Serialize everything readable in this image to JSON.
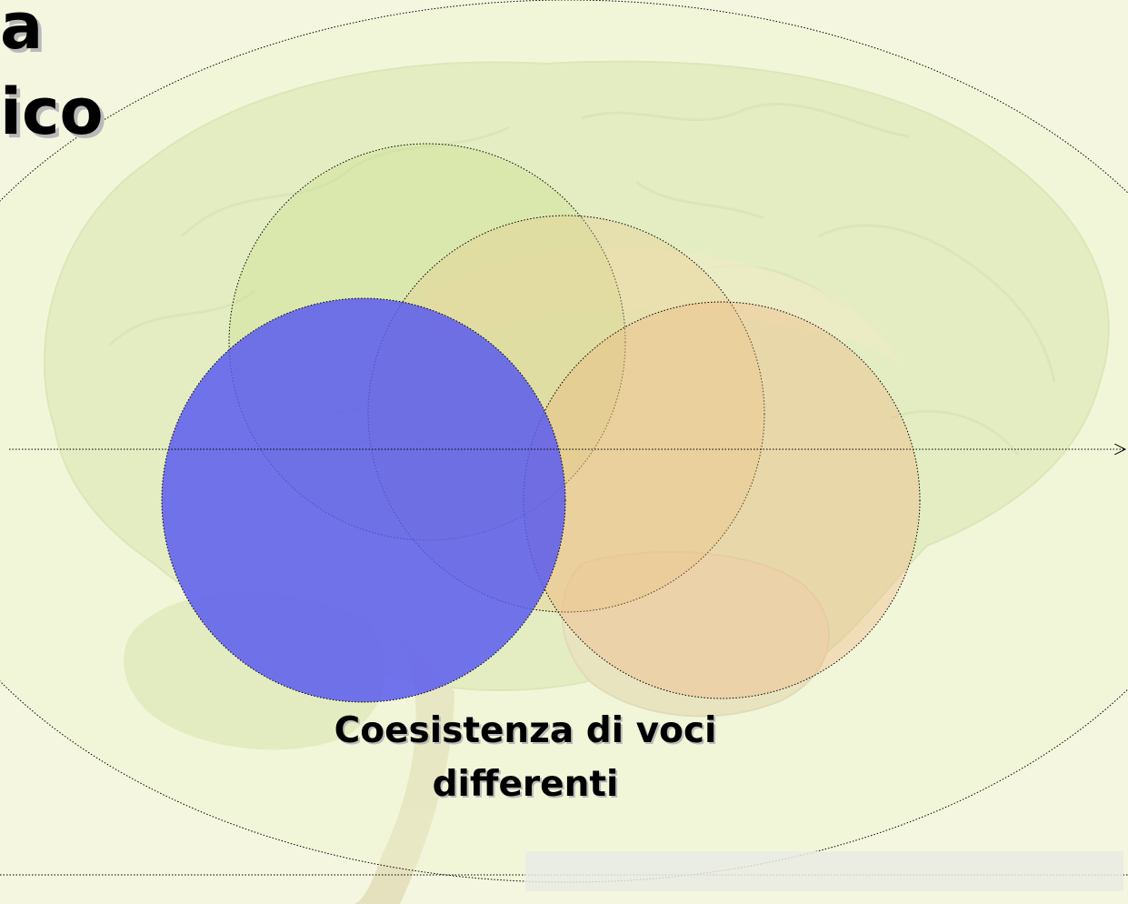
{
  "title": {
    "line1": "a",
    "line2": "ico"
  },
  "caption": {
    "line1": "Coesistenza di voci",
    "line2": "differenti"
  },
  "colors": {
    "background": "#f4f6df",
    "brain_fill": "#cfe0a0",
    "circle_green": "#c8e08a",
    "circle_tan": "#e8c98a",
    "circle_orange": "#f0b27a",
    "circle_blue": "#5a5cee",
    "outline": "#000000"
  },
  "diagram": {
    "shapes": [
      "outer-ellipse",
      "circle-green",
      "circle-tan",
      "circle-orange",
      "circle-blue",
      "horizontal-arrow",
      "bottom-rule"
    ]
  }
}
